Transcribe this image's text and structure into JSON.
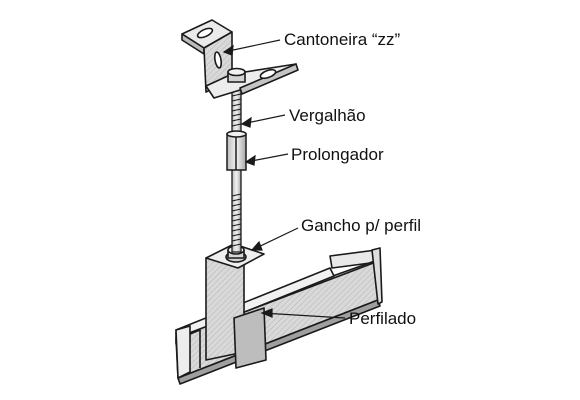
{
  "labels": {
    "cantoneira": "Cantoneira “zz”",
    "vergalhao": "Vergalhão",
    "prolongador": "Prolongador",
    "gancho": "Gancho p/ perfil",
    "perfilado": "Perfilado"
  },
  "colors": {
    "stroke": "#1a1a1a",
    "metal_light": "#e6e6e6",
    "metal_mid": "#c8c8c8",
    "metal_dark": "#9a9a9a",
    "background": "#ffffff"
  }
}
